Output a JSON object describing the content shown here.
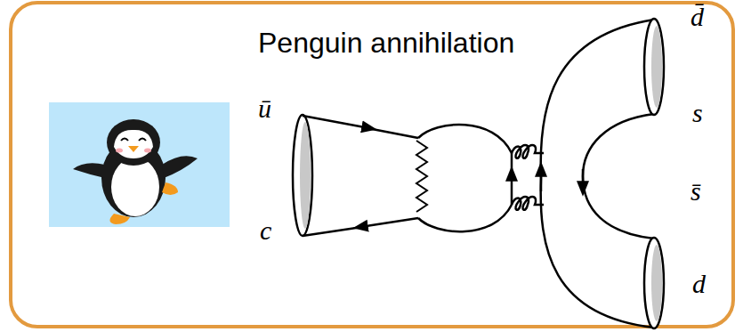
{
  "diagram": {
    "title": "Penguin annihilation",
    "labels": [
      "ū",
      "c",
      "d̄",
      "s",
      "s̄",
      "d"
    ]
  }
}
